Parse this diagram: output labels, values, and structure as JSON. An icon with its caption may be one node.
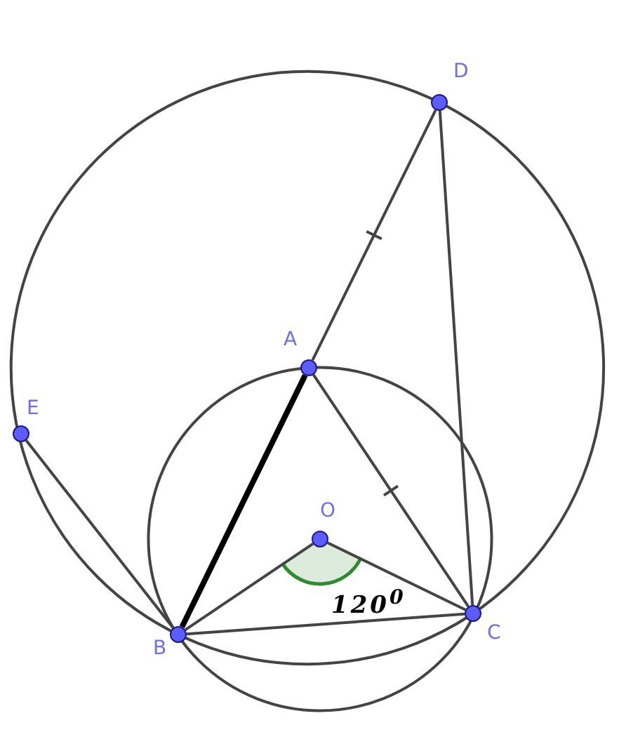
{
  "diagram": {
    "nodes": [
      {
        "text": [
          "D"
        ]
      },
      {
        "text": [
          "A"
        ]
      },
      {
        "text": [
          "E"
        ]
      },
      {
        "text": [
          "O"
        ]
      },
      {
        "text": [
          "C"
        ]
      },
      {
        "text": [
          "B"
        ]
      }
    ],
    "edges": [
      {
        "from": 1,
        "to": 0,
        "arrow": "none"
      },
      {
        "from": 1,
        "to": 5,
        "arrow": "none",
        "style": "thick"
      },
      {
        "from": 1,
        "to": 4,
        "arrow": "none"
      },
      {
        "from": 0,
        "to": 4,
        "arrow": "none"
      },
      {
        "from": 2,
        "to": 5,
        "arrow": "none"
      },
      {
        "from": 5,
        "to": 4,
        "arrow": "none"
      },
      {
        "from": 3,
        "to": 5,
        "arrow": "none"
      },
      {
        "from": 3,
        "to": 4,
        "arrow": "none"
      }
    ],
    "labels": [
      "120$^{0}$"
    ]
  }
}
